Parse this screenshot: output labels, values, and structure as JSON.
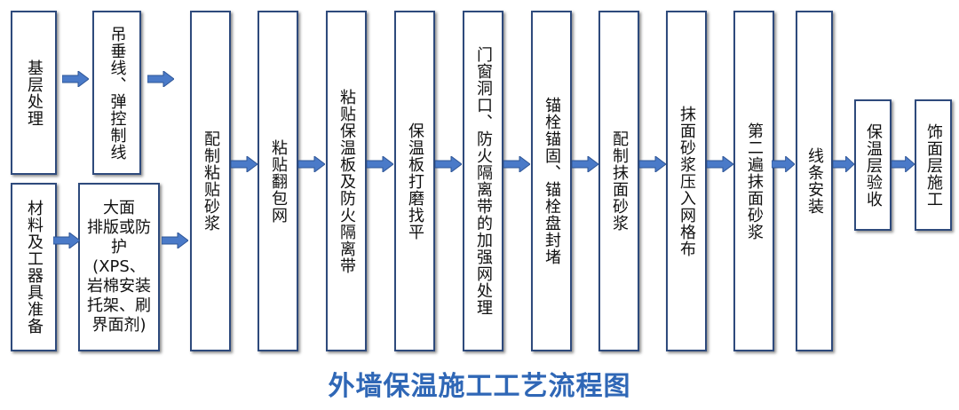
{
  "steps": {
    "base": "基层处理",
    "plumb": "吊垂线、弹控制线",
    "materials": "材料及工器具准备",
    "layout": "大面\n排版或防护\n(XPS、\n岩棉安装\n托架、刷\n界面剂)",
    "mix_bond": "配制粘贴砂浆",
    "mesh_wrap": "粘贴翻包网",
    "board": "粘贴保温板及防火隔离带",
    "sand": "保温板打磨找平",
    "openings": "门窗洞口、防火隔离带的加强网处理",
    "anchor": "锚栓锚固、锚栓盘封堵",
    "mix_plaster": "配制抹面砂浆",
    "press_mesh": "抹面砂浆压入网格布",
    "second_coat": "第二遍抹面砂浆",
    "trim": "线条安装",
    "inspect": "保温层验收",
    "finish": "饰面层施工"
  },
  "title": "外墙保温施工工艺流程图",
  "colors": {
    "border": "#2e4a7c",
    "arrow": "#4a7ac8",
    "title": "#2f67b6"
  }
}
